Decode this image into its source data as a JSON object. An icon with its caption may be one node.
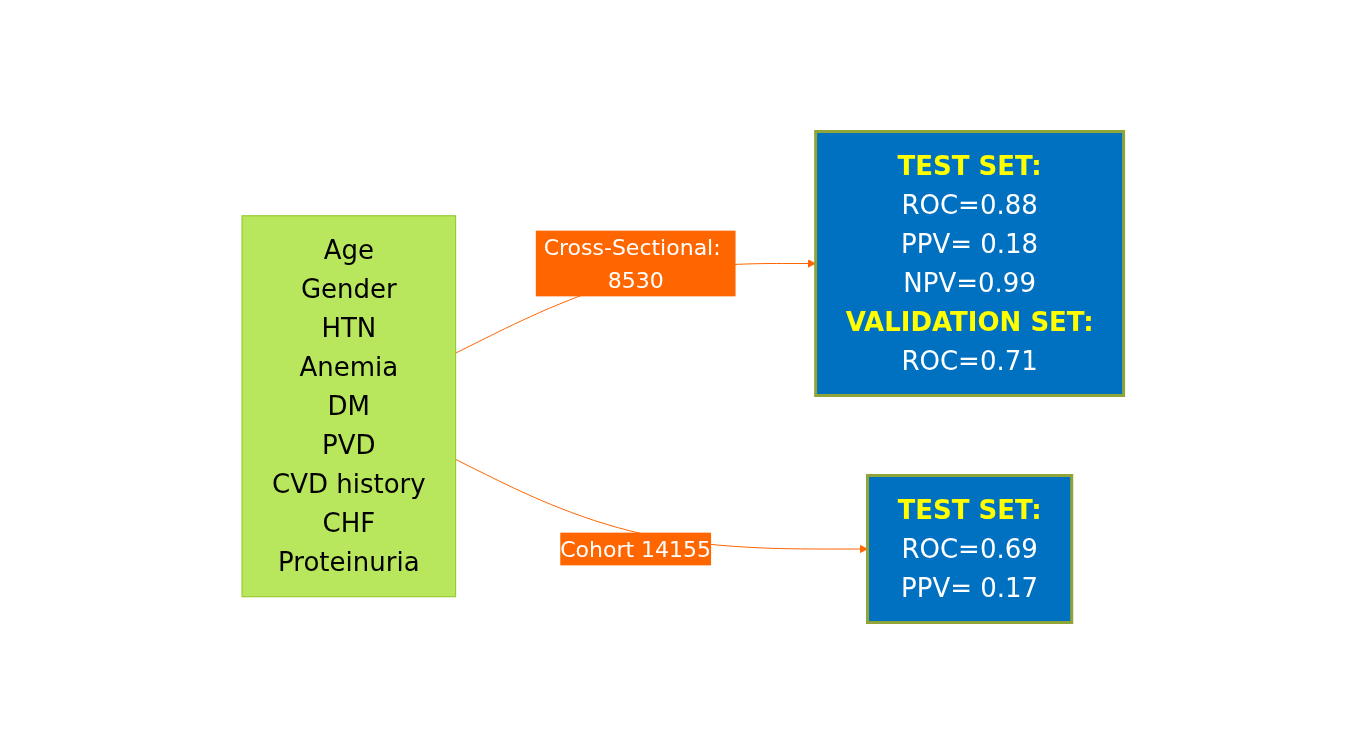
{
  "diagram": {
    "nodes": [
      {
        "text": [
          "Age",
          "Gender",
          "HTN",
          "Anemia",
          "DM",
          "PVD",
          "CVD history",
          "CHF",
          "Proteinuria"
        ]
      },
      {
        "text": [
          "TEST SET:",
          "ROC=0.88",
          "PPV= 0.18",
          "NPV=0.99",
          "VALIDATION SET:",
          "ROC=0.71"
        ]
      },
      {
        "text": [
          "TEST SET:",
          "ROC=0.69",
          "PPV= 0.17"
        ]
      }
    ],
    "edges": [
      {
        "from": 0,
        "to": 1,
        "arrow": "to",
        "label": "Cross-Sectional: 8530",
        "color": "#ff6600"
      },
      {
        "from": 0,
        "to": 2,
        "arrow": "to",
        "label": "Cohort 14155",
        "color": "#ff6600"
      }
    ]
  }
}
